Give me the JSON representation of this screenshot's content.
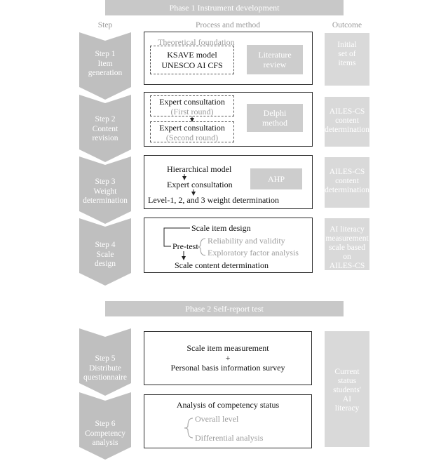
{
  "phases": {
    "phase1": "Phase 1 Instrument development",
    "phase2": "Phase 2 Self-report test"
  },
  "headers": {
    "step": "Step",
    "process": "Process and method",
    "outcome": "Outcome"
  },
  "steps": [
    {
      "line1": "Step 1",
      "line2": "Item",
      "line3": "generation"
    },
    {
      "line1": "Step 2",
      "line2": "Content",
      "line3": "revision"
    },
    {
      "line1": "Step 3",
      "line2": "Weight",
      "line3": "determination"
    },
    {
      "line1": "Step 4",
      "line2": "Scale",
      "line3": "design"
    },
    {
      "line1": "Step 5",
      "line2": "Distribute",
      "line3": "questionnaire"
    },
    {
      "line1": "Step 6",
      "line2": "Competency",
      "line3": "analysis"
    }
  ],
  "process": {
    "p1": {
      "caption": "Theoretical foundation",
      "line1": "KSAVE model",
      "line2": "UNESCO AI CFS",
      "method1": "Literature",
      "method2": "review"
    },
    "p2": {
      "line1": "Expert consultation",
      "line2": "(First round)",
      "line3": "Expert consultation",
      "line4": "(Second round)",
      "method1": "Delphi",
      "method2": "method"
    },
    "p3": {
      "line1": "Hierarchical model",
      "line2": "Expert consultation",
      "line3": "Level-1, 2, and 3 weight determination",
      "method": "AHP"
    },
    "p4": {
      "line1": "Scale item design",
      "line2": "Pre-test",
      "line3": "Reliability and validity",
      "line4": "Exploratory factor analysis",
      "line5": "Scale content determination"
    },
    "p5": {
      "line1": "Scale item measurement",
      "plus": "+",
      "line2": "Personal basis information survey"
    },
    "p6": {
      "line1": "Analysis of competency status",
      "line2": "Overall level",
      "line3": "Differential analysis"
    }
  },
  "outcomes": {
    "o1": {
      "line1": "Initial",
      "line2": "set of",
      "line3": "items"
    },
    "o2": {
      "line1": "AILES-CS",
      "line2": "content",
      "line3": "determination"
    },
    "o3": {
      "line1": "AILES-CS",
      "line2": "content",
      "line3": "determination"
    },
    "o4": {
      "line1": "AI literacy",
      "line2": "measurement",
      "line3": "scale based on",
      "line4": "AILES-CS"
    },
    "o5": {
      "line1": "Current",
      "line2": "status",
      "line3": "students'",
      "line4": "AI",
      "line5": "literacy"
    }
  },
  "colors": {
    "banner": "#c8c8c8",
    "chevron": "#bfbfbf",
    "method_box": "#cdcdcd",
    "outcome_box": "#d9d9d9",
    "muted_text": "#9c9c9c"
  }
}
